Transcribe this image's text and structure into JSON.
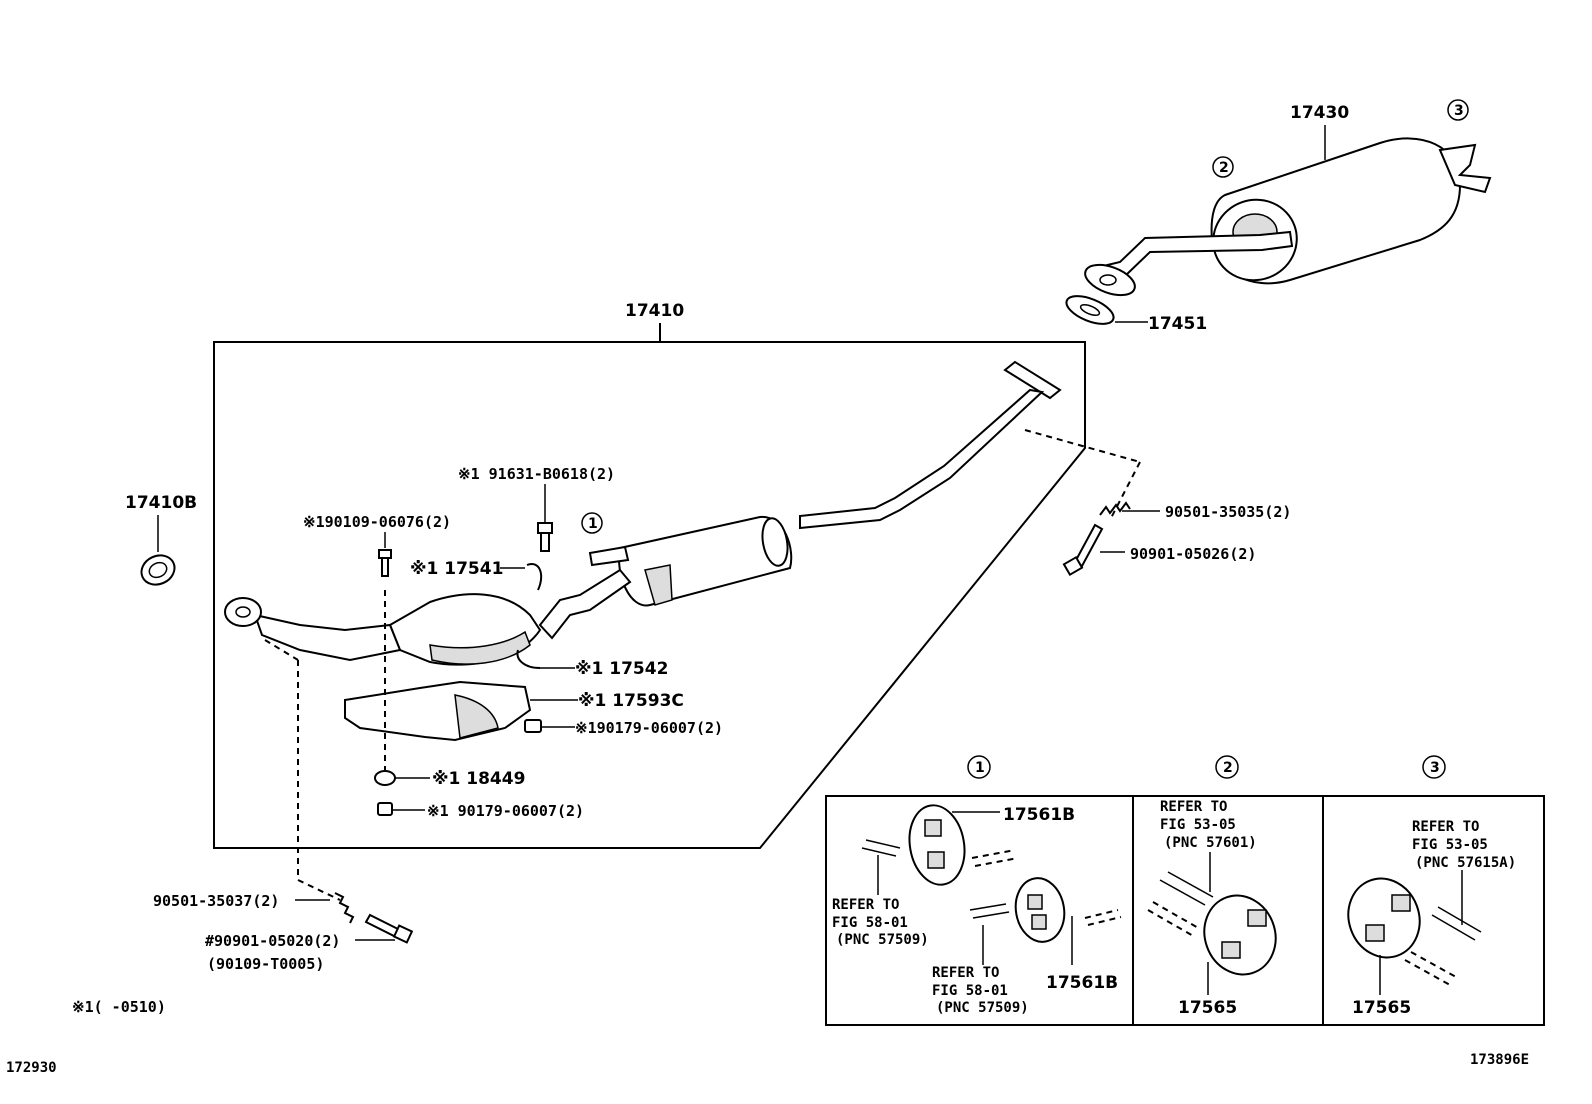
{
  "parts": {
    "p17410": "17410",
    "p17410b": "17410B",
    "p17430": "17430",
    "p17451": "17451",
    "p91631": "※1 91631-B0618(2)",
    "p90109_06076": "※190109-06076(2)",
    "p17541": "※1 17541",
    "p17542": "※1 17542",
    "p17593c": "※1 17593C",
    "p90179_a": "※190179-06007(2)",
    "p18449": "※1 18449",
    "p90179_b": "※1 90179-06007(2)",
    "p90501_35035": "90501-35035(2)",
    "p90901_05026": "90901-05026(2)",
    "p90501_35037": "90501-35037(2)",
    "p90901_05020": "#90901-05020(2)",
    "p90109_t0005": "(90109-T0005)",
    "p17561b_a": "17561B",
    "p17561b_b": "17561B",
    "p17565_a": "17565",
    "p17565_b": "17565"
  },
  "markers": {
    "m1": "①",
    "m2": "②",
    "m3": "③"
  },
  "panels": {
    "panel1": {
      "label": "①",
      "refer_a": [
        "REFER TO",
        "FIG 58-01",
        "(PNC 57509)"
      ],
      "refer_b": [
        "REFER TO",
        "FIG 58-01",
        "(PNC 57509)"
      ]
    },
    "panel2": {
      "label": "②",
      "refer": [
        "REFER TO",
        "FIG 53-05",
        "(PNC 57601)"
      ]
    },
    "panel3": {
      "label": "③",
      "refer": [
        "REFER TO",
        "FIG 53-05",
        "(PNC 57615A)"
      ]
    }
  },
  "footnote": "※1(      -0510)",
  "corner_left": "172930",
  "corner_right": "173896E"
}
